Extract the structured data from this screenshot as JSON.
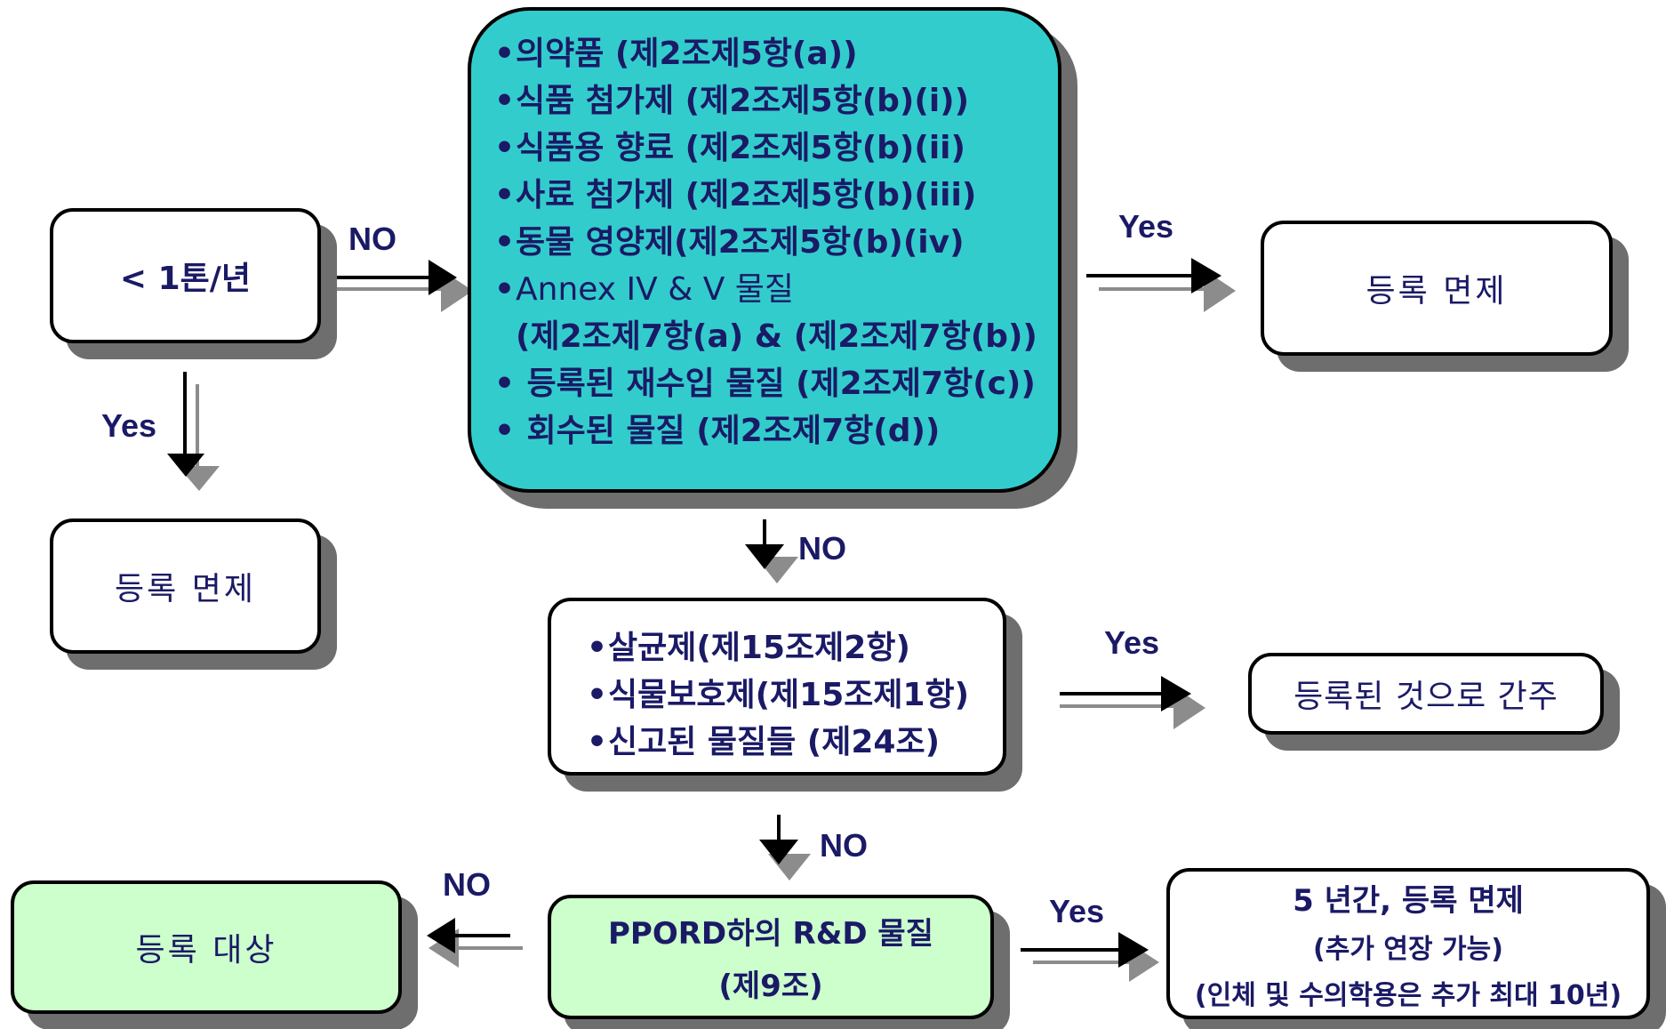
{
  "colors": {
    "teal": "#33cccc",
    "green": "#ccffcc",
    "text": "#1a1a66",
    "shadow": "#6e6e6e"
  },
  "start_box": {
    "text": "< 1톤/년"
  },
  "exempt_left": {
    "text": "등록  면제"
  },
  "exempt_right": {
    "text": "등록  면제"
  },
  "main_list": {
    "items": [
      "의약품 (제2조제5항(a))",
      "식품 첨가제 (제2조제5항(b)(i))",
      "식품용 향료 (제2조제5항(b)(ii)",
      "사료 첨가제 (제2조제5항(b)(iii)",
      "동물 영양제(제2조제5항(b)(iv)",
      "Annex IV & V 물질",
      "(제2조제7항(a) & (제2조제7항(b))",
      "등록된 재수입 물질 (제2조제7항(c))",
      "회수된 물질 (제2조제7항(d))"
    ]
  },
  "second_list": {
    "items": [
      "살균제(제15조제2항)",
      "식물보호제(제15조제1항)",
      "신고된 물질들 (제24조)"
    ]
  },
  "considered_registered": {
    "text": "등록된 것으로 간주"
  },
  "ppord": {
    "line1": "PPORD하의 R&D 물질",
    "line2": "(제9조)"
  },
  "registration_target": {
    "text": "등록  대상"
  },
  "five_year": {
    "line1": "5 년간, 등록 면제",
    "line2": "(추가 연장 가능)",
    "line3": "(인체 및 수의학용은 추가 최대 10년)"
  },
  "labels": {
    "no_1": "NO",
    "yes_left": "Yes",
    "yes_right_top": "Yes",
    "no_2": "NO",
    "yes_mid": "Yes",
    "no_3": "NO",
    "no_left_bottom": "NO",
    "yes_bottom": "Yes"
  }
}
